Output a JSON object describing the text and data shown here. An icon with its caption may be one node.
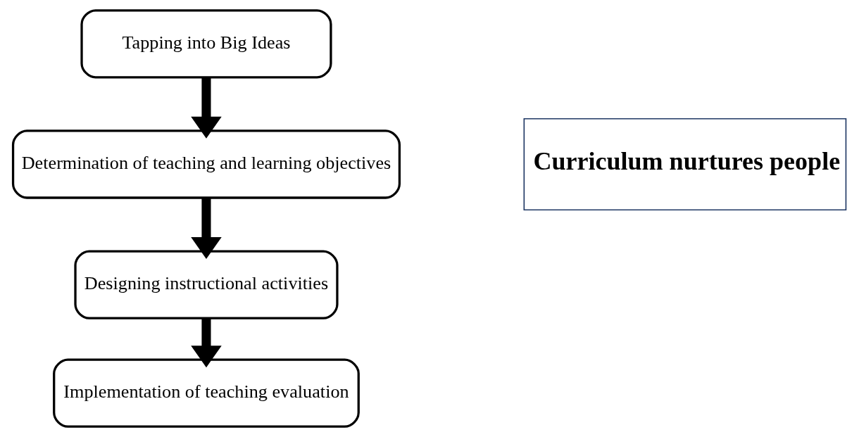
{
  "diagram": {
    "nodes": [
      {
        "text": [
          "Tapping into Big Ideas"
        ]
      },
      {
        "text": [
          "Determination of teaching and learning objectives"
        ]
      },
      {
        "text": [
          "Designing instructional activities"
        ]
      },
      {
        "text": [
          "Implementation of teaching evaluation"
        ]
      },
      {
        "text": [
          "Curriculum nurtures people"
        ]
      }
    ],
    "edges": [
      {
        "from": 0,
        "to": 1,
        "arrow": "to"
      },
      {
        "from": 1,
        "to": 2,
        "arrow": "to"
      },
      {
        "from": 2,
        "to": 3,
        "arrow": "to"
      }
    ]
  }
}
